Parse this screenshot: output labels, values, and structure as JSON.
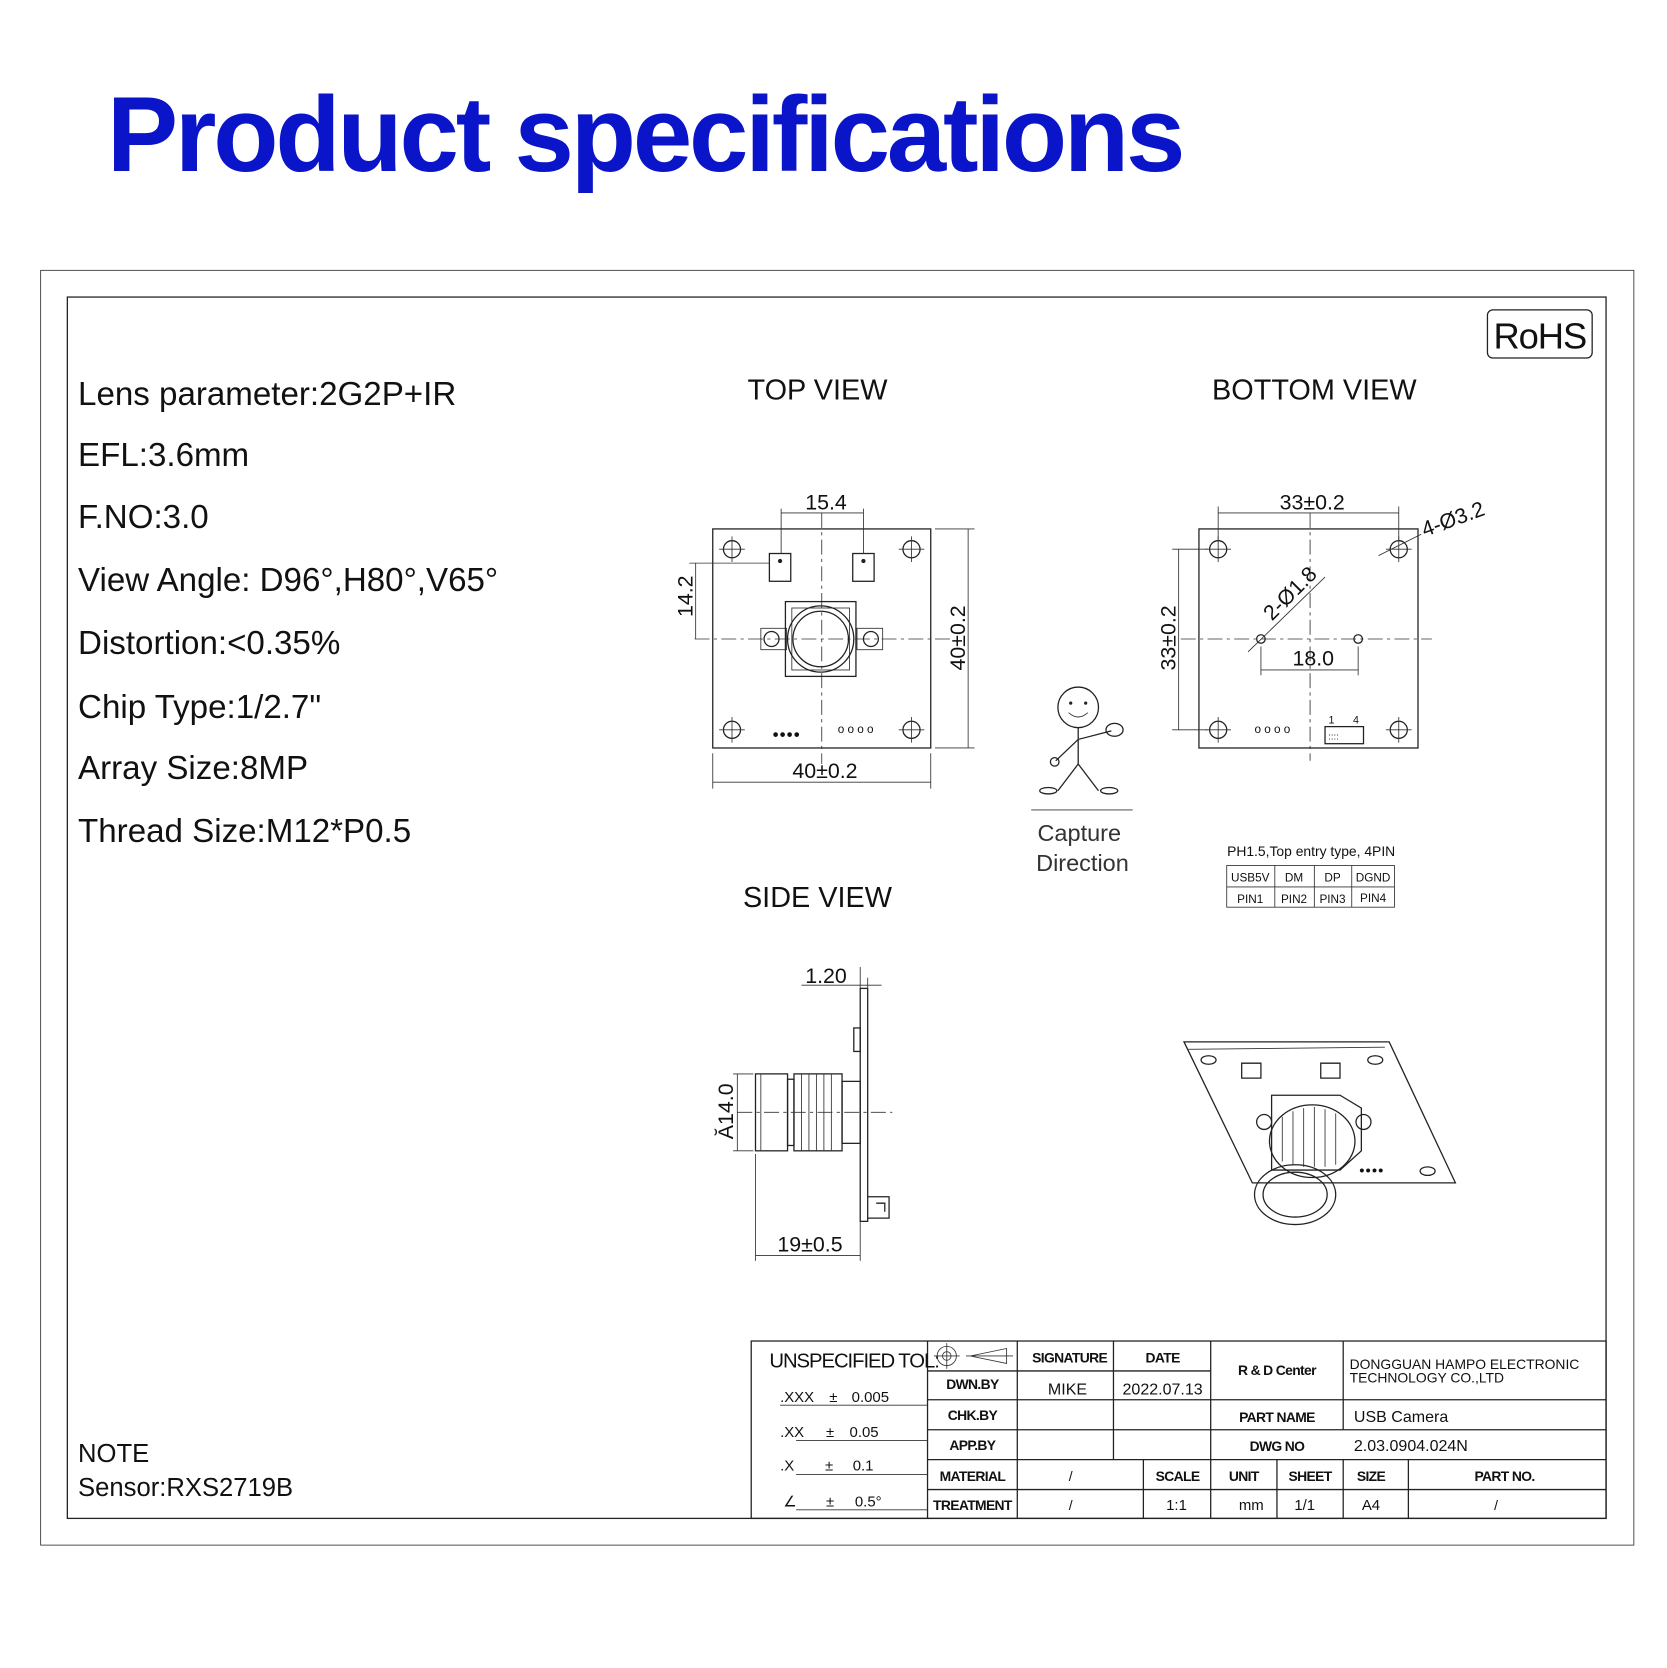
{
  "title": "Product specifications",
  "colors": {
    "title": "#0a14c8",
    "line": "#222222"
  },
  "rohs": "RoHS",
  "specs": [
    "Lens parameter:2G2P+IR",
    "EFL:3.6mm",
    "F.NO:3.0",
    "View Angle: D96°,H80°,V65°",
    "Distortion:<0.35%",
    "Chip Type:1/2.7\"",
    "Array Size:8MP",
    "Thread Size:M12*P0.5"
  ],
  "note": {
    "label": "NOTE",
    "sensor": "Sensor:RXS2719B"
  },
  "views": {
    "top": {
      "label": "TOP VIEW",
      "dim_pad_spacing": "15.4",
      "dim_pad_offset": "14.2",
      "dim_width": "40±0.2",
      "dim_height": "40±0.2"
    },
    "bottom": {
      "label": "BOTTOM VIEW",
      "dim_width": "33±0.2",
      "dim_height": "33±0.2",
      "dim_holes": "4-Ø3.2",
      "dim_small_holes": "2-Ø1.8",
      "dim_small_spacing": "18.0",
      "pin_first": "1",
      "pin_last": "4"
    },
    "side": {
      "label": "SIDE VIEW",
      "dim_pcb": "1.20",
      "dim_length": "19±0.5",
      "dim_diameter": "Ă14.0"
    }
  },
  "capture": {
    "line1": "Capture",
    "line2": "Direction"
  },
  "connector": {
    "caption": "PH1.5,Top entry type, 4PIN",
    "signals": [
      "USB5V",
      "DM",
      "DP",
      "DGND"
    ],
    "pins": [
      "PIN1",
      "PIN2",
      "PIN3",
      "PIN4"
    ]
  },
  "title_block": {
    "tol_title": "UNSPECIFIED TOL:",
    "tolerances": [
      {
        "k": ".XXX",
        "pm": "±",
        "v": "0.005"
      },
      {
        "k": ".XX",
        "pm": "±",
        "v": "0.05"
      },
      {
        "k": ".X",
        "pm": "±",
        "v": "0.1"
      },
      {
        "k": "∠",
        "pm": "±",
        "v": "0.5°"
      }
    ],
    "signature": "SIGNATURE",
    "date": "DATE",
    "dwn_by": "DWN.BY",
    "dwn_name": "MIKE",
    "dwn_date": "2022.07.13",
    "chk_by": "CHK.BY",
    "app_by": "APP.BY",
    "rd_center": "R & D Center",
    "company_1": "DONGGUAN HAMPO ELECTRONIC",
    "company_2": "TECHNOLOGY CO.,LTD",
    "part_name_label": "PART NAME",
    "part_name": "USB  Camera",
    "dwg_no_label": "DWG NO",
    "dwg_no": "2.03.0904.024N",
    "material": "MATERIAL",
    "material_val": "/",
    "treatment": "TREATMENT",
    "treatment_val": "/",
    "scale": "SCALE",
    "scale_val": "1:1",
    "unit": "UNIT",
    "unit_val": "mm",
    "sheet": "SHEET",
    "sheet_val": "1/1",
    "size": "SIZE",
    "size_val": "A4",
    "part_no": "PART NO.",
    "part_no_val": "/"
  }
}
